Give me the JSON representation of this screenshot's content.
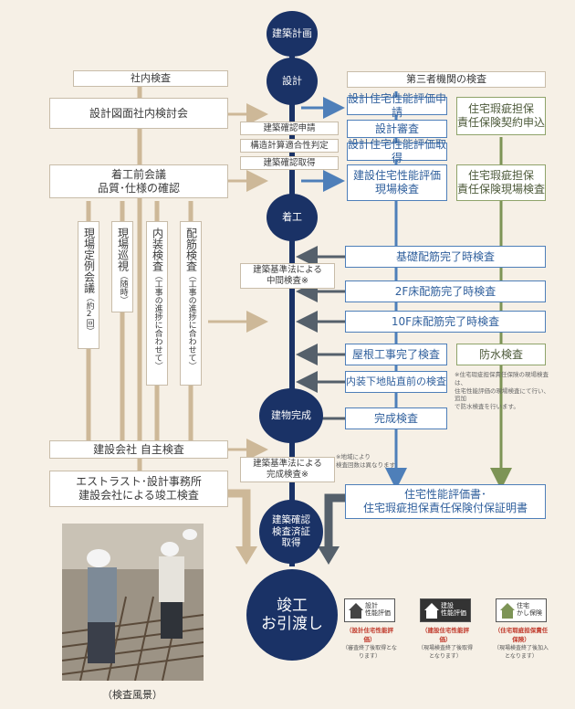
{
  "left_section": {
    "header": "社内検査",
    "design_review": "設計図面社内検討会",
    "pre_meeting_1": "着工前会議",
    "pre_meeting_2": "品質･仕様の確認",
    "v1_main": "現場定例会議",
    "v1_sub": "（約2回）",
    "v2_main": "現場巡視",
    "v2_sub": "（随時）",
    "v3_main": "内装検査",
    "v3_sub": "（工事の進捗に合わせて）",
    "v4_main": "配筋検査",
    "v4_sub": "（工事の進捗に合わせて）",
    "self_inspection": "建設会社 自主検査",
    "final_1": "エストラスト･設計事務所",
    "final_2": "建設会社による竣工検査",
    "photo_caption": "（検査風景）"
  },
  "center_flow": {
    "n1": "建築計画",
    "n2": "設計",
    "n3": "着工",
    "n4": "建物完成",
    "n5_1": "建築確認",
    "n5_2": "検査済証",
    "n5_3": "取得",
    "final_1": "竣工",
    "final_2": "お引渡し",
    "app1": "建築確認申請",
    "app2": "構造計算適合性判定",
    "app3": "建築確認取得",
    "mid_1": "建築基準法による",
    "mid_2": "中間検査",
    "mid_mark": "※",
    "comp_1": "建築基準法による",
    "comp_2": "完成検査",
    "comp_mark": "※",
    "region_note_1": "※地域により",
    "region_note_2": "検査回数は異なります"
  },
  "right_section": {
    "header": "第三者機関の検査",
    "b1": "設計住宅性能評価申請",
    "b2": "設計審査",
    "b3": "設計住宅性能評価取得",
    "b4_1": "建設住宅性能評価",
    "b4_2": "現場検査",
    "g1_1": "住宅瑕疵担保",
    "g1_2": "責任保険契約申込",
    "g2_1": "住宅瑕疵担保",
    "g2_2": "責任保険現場検査",
    "i1": "基礎配筋完了時検査",
    "i2": "2F床配筋完了時検査",
    "i3": "10F床配筋完了時検査",
    "i4": "屋根工事完了検査",
    "i5": "内装下地貼直前の検査",
    "waterproof": "防水検査",
    "wp_note_1": "※住宅瑕疵担保責任保険の現場検査は、",
    "wp_note_2": "住宅性能評価の現場検査にて行い、追加",
    "wp_note_3": "で防水検査を行います。",
    "completion": "完成検査",
    "certs_1": "住宅性能評価書･",
    "certs_2": "住宅瑕疵担保責任保険付保証明書"
  },
  "cert_icons": {
    "c1_top": "設計",
    "c1_bottom": "性能評価",
    "c1_red": "（設計住宅性能評価）",
    "c1_sub": "（審査終了後取得となります）",
    "c2_top": "建設",
    "c2_bottom": "性能評価",
    "c2_red": "（建設住宅性能評価）",
    "c2_sub": "（現場検査終了後取得となります）",
    "c3_top": "住宅",
    "c3_bottom": "かし保険",
    "c3_red": "（住宅瑕疵担保責任保険）",
    "c3_sub": "（現場検査終了後加入となります）"
  },
  "colors": {
    "navy": "#1a3266",
    "tan": "#cdb898",
    "blue": "#4e7fb9",
    "green": "#7d9456",
    "gray": "#55606b"
  }
}
